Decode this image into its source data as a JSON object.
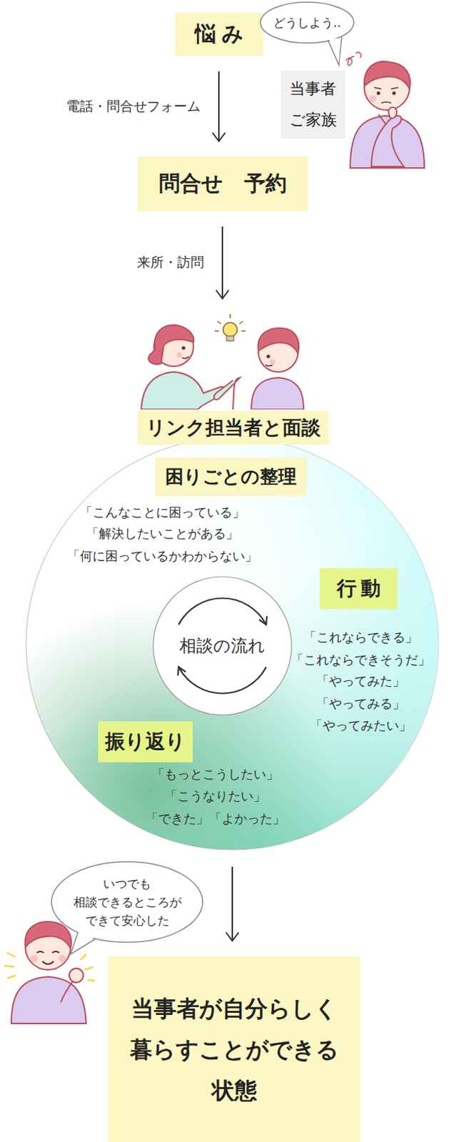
{
  "diagram": {
    "nodes": [
      {
        "text": [
          "悩み"
        ]
      },
      {
        "text": [
          "どうしよう.."
        ]
      },
      {
        "text": [
          "当事者 ご家族"
        ]
      },
      {
        "text": [
          "問合せ　予約"
        ]
      },
      {
        "text": [
          "リンク担当者と面談"
        ]
      },
      {
        "text": [
          "「こんなことに困っている」",
          "「解決したいことがある」",
          "「何に困っているかわからない」",
          "「これならできる」",
          "「これならできそうだ」",
          "「やってみた」",
          "「やってみる」",
          "「やってみたい」",
          "「もっとこうしたい」",
          "「こうなりたい」",
          "「できた」「よかった」"
        ]
      },
      {
        "text": [
          "困りごとの整理"
        ],
        "in": 5
      },
      {
        "text": [
          "相談の流れ"
        ],
        "in": 5
      },
      {
        "text": [
          "行動"
        ],
        "in": 5
      },
      {
        "text": [
          "振り返り"
        ],
        "in": 5
      },
      {
        "text": [
          "いつでも 相談できるところが できて安心した"
        ]
      },
      {
        "text": [
          "当事者が自分らしく 暮らすことができる 状態"
        ]
      }
    ],
    "edges": [
      {
        "from": 0,
        "to": 3,
        "arrow": "to",
        "label": "電話・問合せフォーム"
      },
      {
        "from": 3,
        "to": 4,
        "arrow": "to",
        "label": "来所・訪問"
      },
      {
        "from": 5,
        "to": 11,
        "arrow": "to"
      }
    ]
  }
}
